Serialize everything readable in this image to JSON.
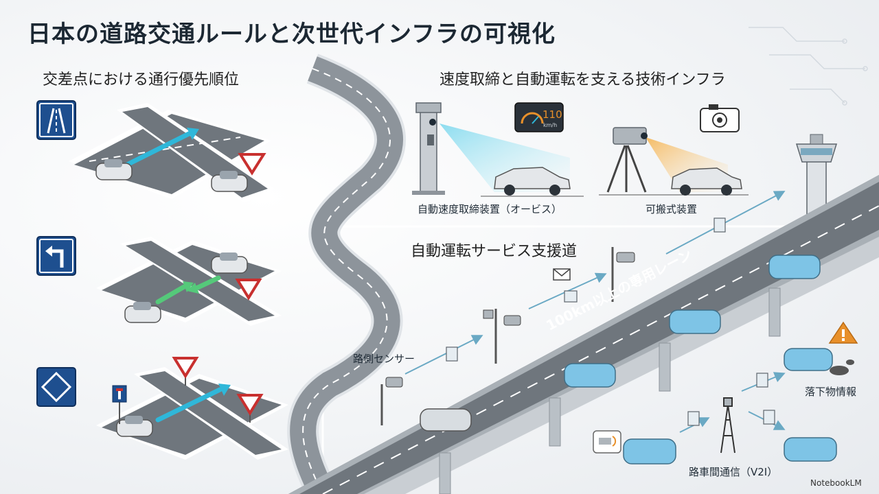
{
  "title": "日本の道路交通ルールと次世代インフラの可視化",
  "sections": {
    "intersection": "交差点における通行優先順位",
    "infra": "速度取締と自動運転を支える技術インフラ",
    "support_road": "自動運転サービス支援道"
  },
  "labels": {
    "orbis": "自動速度取締装置（オービス）",
    "portable": "可搬式装置",
    "roadside_sensor": "路側センサー",
    "dedicated_lane": "100km以上の専用レーン",
    "debris_info": "落下物情報",
    "v2i": "路車間通信（V2I）"
  },
  "speed_display": {
    "value": "110",
    "unit": "km/h"
  },
  "brand": "NotebookLM",
  "icons": [
    "priority-road-sign-icon",
    "left-turn-sign-icon",
    "priority-diamond-sign-icon",
    "yield-sign-icon",
    "camera-icon",
    "speedometer-icon",
    "warning-icon",
    "control-tower-icon",
    "communication-tower-icon",
    "mail-icon",
    "data-packet-icon"
  ],
  "colors": {
    "sign_blue": "#1e4f8f",
    "yield_red": "#c8302f",
    "arrow_cyan": "#2fb7d9",
    "arrow_green": "#55c97a",
    "warning_orange": "#e8902a",
    "road_gray": "#6f767d"
  }
}
